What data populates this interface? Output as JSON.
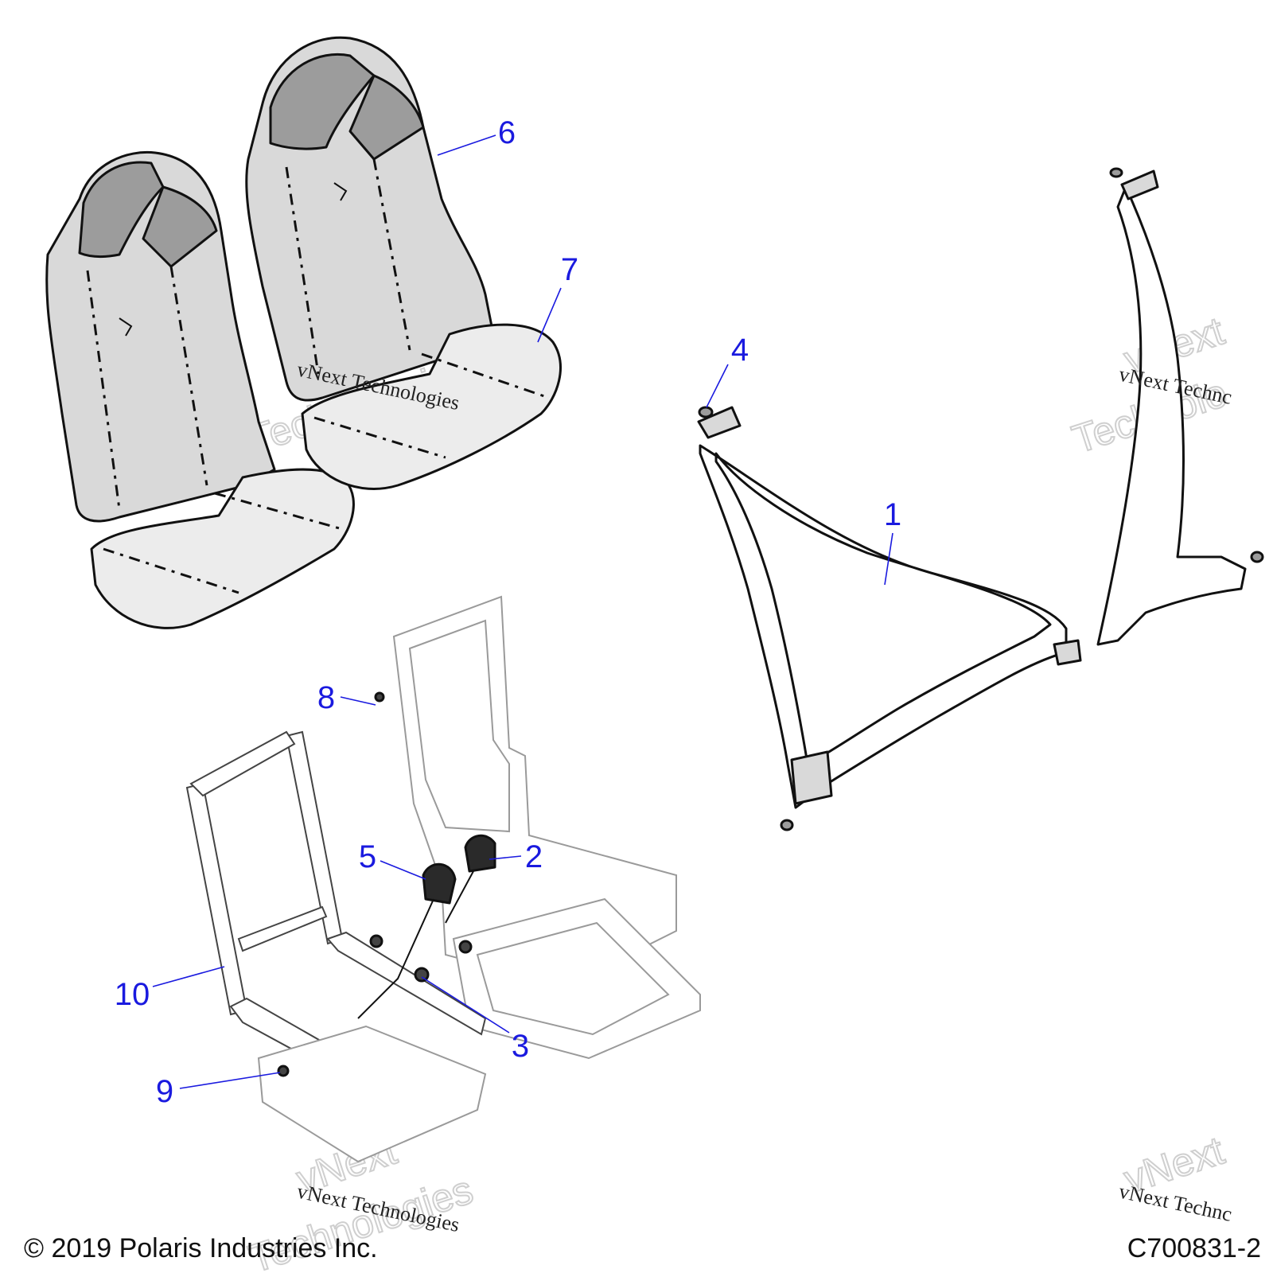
{
  "diagram": {
    "callouts": [
      {
        "id": "1",
        "label": "1"
      },
      {
        "id": "2",
        "label": "2"
      },
      {
        "id": "3",
        "label": "3"
      },
      {
        "id": "4",
        "label": "4"
      },
      {
        "id": "5",
        "label": "5"
      },
      {
        "id": "6",
        "label": "6"
      },
      {
        "id": "7",
        "label": "7"
      },
      {
        "id": "8",
        "label": "8"
      },
      {
        "id": "9",
        "label": "9"
      },
      {
        "id": "10",
        "label": "10"
      }
    ],
    "watermark": {
      "line_small": "vNext Technologies",
      "line_big_1": "vNext",
      "line_big_2": "Technologies",
      "cut_small": "vNext Technc",
      "cut_big_1": "vNext",
      "cut_big_2": "Technolo"
    }
  },
  "footer": {
    "copyright": "© 2019 Polaris Industries Inc.",
    "drawing_number": "C700831-2"
  },
  "colors": {
    "callout": "#1a1adf",
    "line_art": "#111111",
    "seat_shade": "#d9d9d9",
    "seat_dark": "#9c9c9c"
  }
}
